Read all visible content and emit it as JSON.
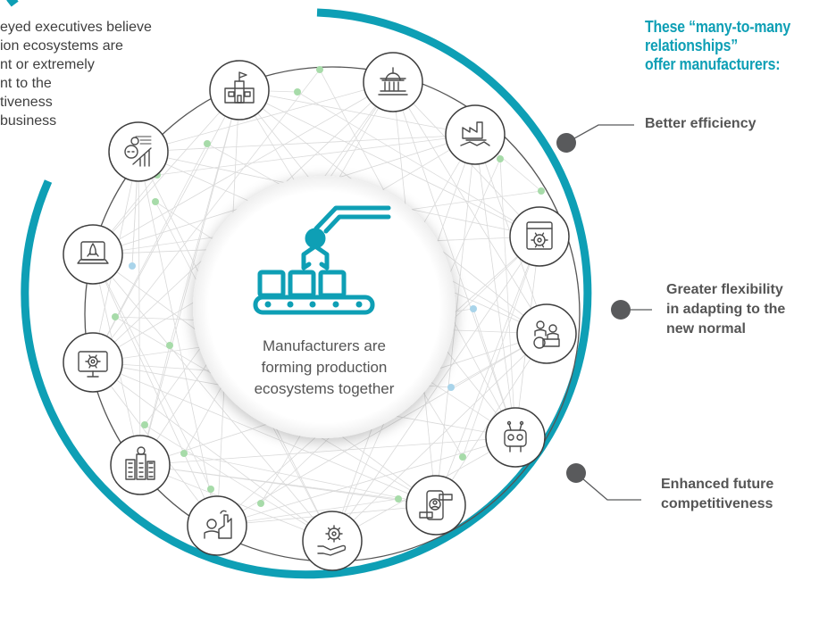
{
  "intro": {
    "lines": [
      "eyed executives believe",
      "ion ecosystems are",
      "nt or extremely",
      "nt to the",
      "tiveness",
      "business"
    ]
  },
  "center": {
    "caption_lines": [
      "Manufacturers are",
      "forming production",
      "ecosystems together"
    ],
    "icon": "robotic-arm-conveyor-icon"
  },
  "offer": {
    "title_lines": [
      "These “many-to-many",
      "relationships”",
      "offer manufacturers:"
    ]
  },
  "benefits": [
    {
      "lines": [
        "Better efficiency"
      ]
    },
    {
      "lines": [
        "Greater flexibility",
        "in adapting to the",
        "new normal"
      ]
    },
    {
      "lines": [
        "Enhanced future",
        "competitiveness"
      ]
    }
  ],
  "ring_icons": [
    "school-building-icon",
    "government-building-icon",
    "factory-handshake-icon",
    "browser-settings-icon",
    "business-meeting-icon",
    "robot-icon",
    "mobile-collaboration-icon",
    "hand-gear-icon",
    "industrial-worker-icon",
    "smart-city-buildings-icon",
    "computer-gear-icon",
    "laptop-rocket-icon",
    "growth-ideas-icon"
  ],
  "colors": {
    "accent": "#0e9fb5",
    "ring": "#555555",
    "text": "#555555",
    "node_green": "#a7dba9",
    "node_blue": "#a9d4ea",
    "marker": "#595a5c"
  }
}
